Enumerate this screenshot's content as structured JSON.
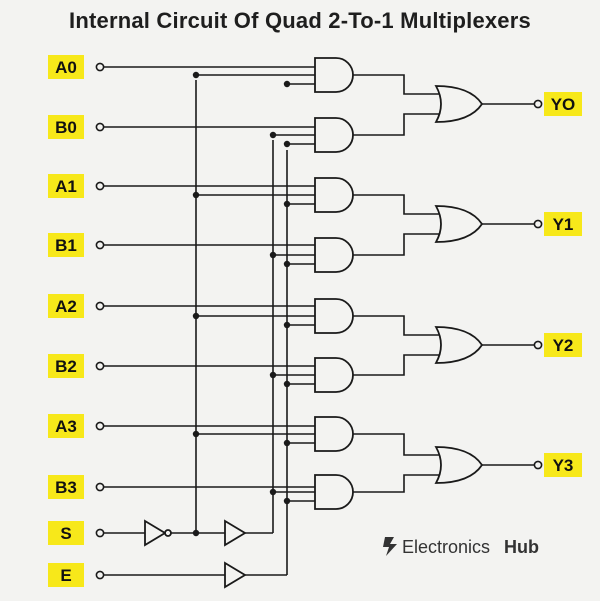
{
  "title": "Internal Circuit Of Quad 2-To-1 Multiplexers",
  "inputs": [
    {
      "label": "A0"
    },
    {
      "label": "B0"
    },
    {
      "label": "A1"
    },
    {
      "label": "B1"
    },
    {
      "label": "A2"
    },
    {
      "label": "B2"
    },
    {
      "label": "A3"
    },
    {
      "label": "B3"
    },
    {
      "label": "S"
    },
    {
      "label": "E"
    }
  ],
  "outputs": [
    {
      "label": "YO"
    },
    {
      "label": "Y1"
    },
    {
      "label": "Y2"
    },
    {
      "label": "Y3"
    }
  ],
  "logo": {
    "name": "Electronics",
    "suffix": "Hub",
    "icon": "lightning-bolt-icon"
  },
  "colors": {
    "label_bg": "#f7e81a",
    "wire": "#1a1a1a",
    "background": "#f3f3f1"
  }
}
